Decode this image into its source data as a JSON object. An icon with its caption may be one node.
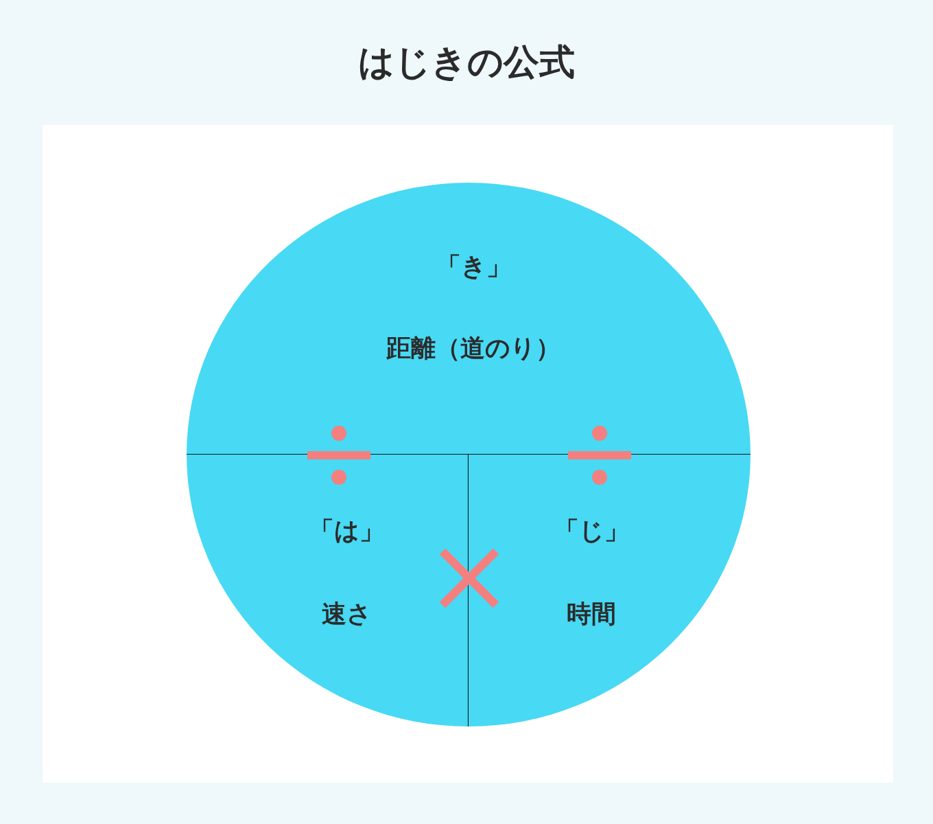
{
  "diagram": {
    "title": "はじきの公式",
    "nodes": [
      {
        "text": [
          "「き」",
          "距離（道のり）"
        ]
      },
      {
        "text": [
          "「は」",
          "速さ"
        ]
      },
      {
        "text": [
          "「じ」",
          "時間"
        ]
      }
    ]
  }
}
